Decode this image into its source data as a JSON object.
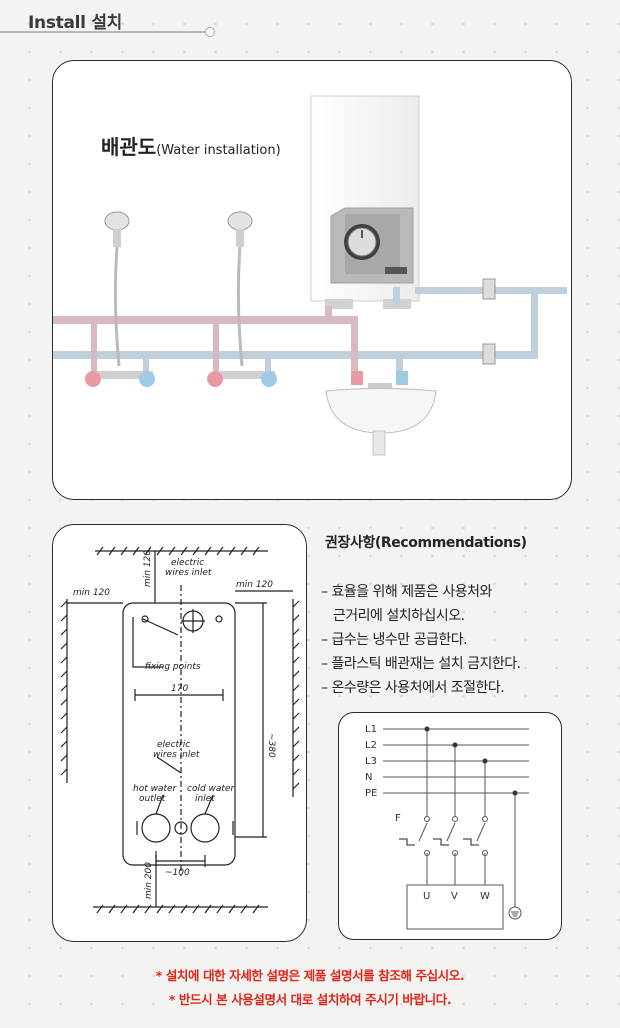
{
  "header": {
    "title": "Install 설치"
  },
  "installation": {
    "title": "배관도",
    "subtitle": "(Water installation)"
  },
  "drawing": {
    "min_120_left": "min 120",
    "min_120_top": "min 120",
    "min_120_right": "min 120",
    "electric_wires_inlet_top": [
      "electric",
      "wires inlet"
    ],
    "fixing_points": "fixing points",
    "width_170": "170",
    "height_380": "~380",
    "electric_wires_inlet_mid": [
      "electric",
      "wires inlet"
    ],
    "hot_water_outlet": [
      "hot water",
      "outlet"
    ],
    "cold_water_inlet": [
      "cold water",
      "inlet"
    ],
    "spacing_100": "~100",
    "min_200": "min 200"
  },
  "recommendations": {
    "title": "권장사항(Recommendations)",
    "items": [
      "– 효율을 위해 제품은 사용처와",
      "   근거리에 설치하십시오.",
      "– 급수는 냉수만 공급한다.",
      "– 플라스틱 배관재는 설치 금지한다.",
      "– 온수량은 사용처에서 조절한다."
    ]
  },
  "wiring": {
    "lines": [
      "L1",
      "L2",
      "L3",
      "N",
      "PE"
    ],
    "fuse_label": "F",
    "terminals": [
      "U",
      "V",
      "W"
    ]
  },
  "notes": [
    "* 설치에 대한 자세한 설명은 제품 설명서를 참조해 주십시오.",
    "* 반드시 본 사용설명서 대로 설치하여 주시기 바랍니다."
  ]
}
